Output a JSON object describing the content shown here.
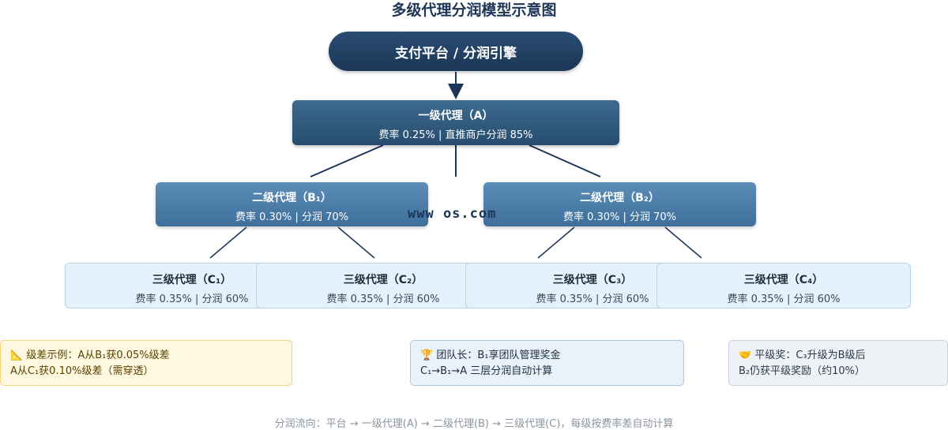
{
  "title": "多级代理分润模型示意图",
  "root": "支付平台 / 分润引擎",
  "level1": {
    "name": "一级代理（A）",
    "meta": "费率 0.25%  |  直推商户分润 85%"
  },
  "level2": [
    {
      "name": "二级代理（B₁）",
      "meta": "费率 0.30%  |  分润 70%"
    },
    {
      "name": "二级代理（B₂）",
      "meta": "费率 0.30%  |  分润 70%"
    }
  ],
  "level3": [
    {
      "name": "三级代理（C₁）",
      "meta": "费率 0.35%  |  分润 60%"
    },
    {
      "name": "三级代理（C₂）",
      "meta": "费率 0.35%  |  分润 60%"
    },
    {
      "name": "三级代理（C₃）",
      "meta": "费率 0.35%  |  分润 60%"
    },
    {
      "name": "三级代理（C₄）",
      "meta": "费率 0.35%  |  分润 60%"
    }
  ],
  "watermark": "www      os.com",
  "notes": [
    {
      "icon": "📐",
      "line1": "级差示例：A从B₁获0.05%级差",
      "line2": "A从C₁获0.10%级差（需穿透）"
    },
    {
      "icon": "🏆",
      "line1": "团队长：B₁享团队管理奖金",
      "line2": "C₁→B₁→A 三层分润自动计算"
    },
    {
      "icon": "🤝",
      "line1": "平级奖：C₃升级为B级后",
      "line2": "B₂仍获平级奖励（约10%）"
    }
  ],
  "footer": "分润流向：平台 → 一级代理(A) → 二级代理(B) → 三级代理(C)，每级按费率差自动计算",
  "colors": {
    "dark": "#1d3557",
    "level2": "#4a7ba6",
    "level3": "#e6f2fb"
  }
}
